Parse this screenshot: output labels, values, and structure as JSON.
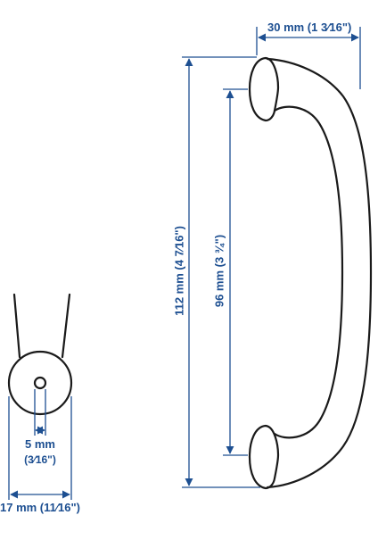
{
  "drawing": {
    "line_color": "#1a1a1a",
    "dim_color": "#1d4f91"
  },
  "dimensions": {
    "width_top": "30 mm (1 3⁄16\")",
    "overall_height": "112 mm (4 7⁄16\")",
    "hole_spacing": "96 mm (3 ¾\")",
    "screw_hole": "5 mm",
    "screw_hole_in": "(3⁄16\")",
    "base_diameter": "17 mm (11⁄16\")"
  }
}
